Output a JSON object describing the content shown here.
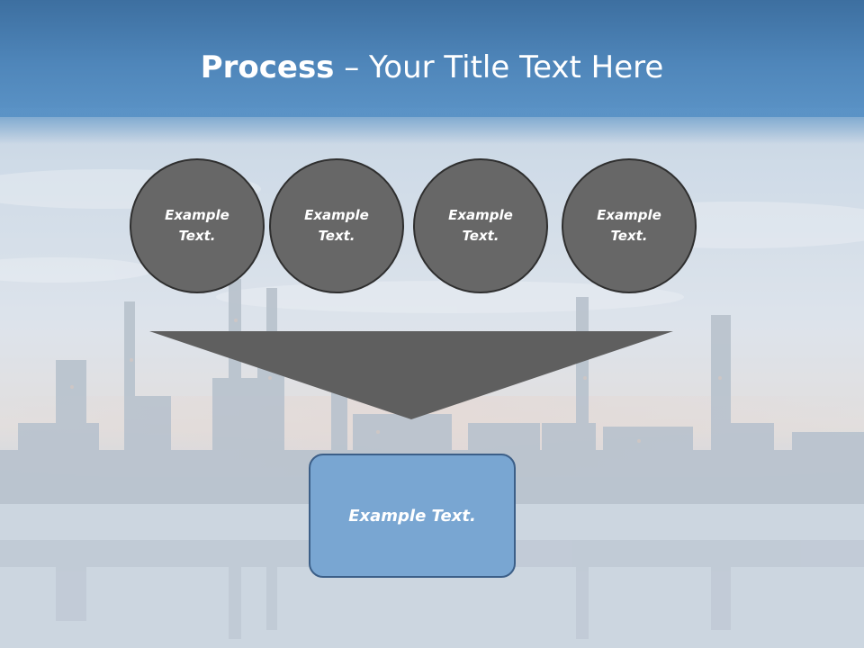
{
  "slide": {
    "title_strong": "Process",
    "title_rest": " – Your Title Text Here",
    "steps": [
      {
        "label": "Example Text."
      },
      {
        "label": "Example Text."
      },
      {
        "label": "Example Text."
      },
      {
        "label": "Example Text."
      }
    ],
    "result": {
      "label": "Example Text."
    }
  },
  "colors": {
    "title_band": "#4f86ba",
    "circle_fill": "#676767",
    "circle_border": "#2f2f2f",
    "funnel_fill": "#5f5f5f",
    "result_fill": "#79a6d2",
    "result_border": "#3c5f88"
  }
}
